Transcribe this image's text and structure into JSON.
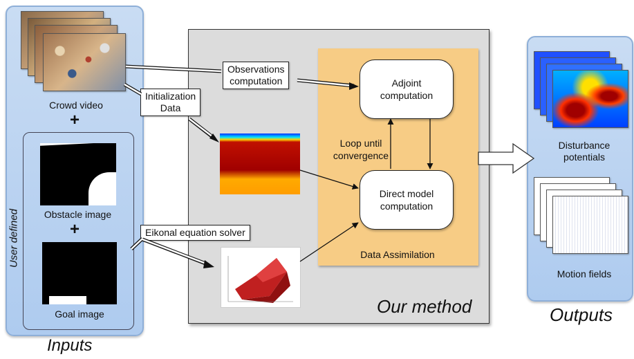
{
  "inputs": {
    "title": "Inputs",
    "crowd_video": "Crowd video",
    "user_defined": "User defined",
    "obstacle": "Obstacle image",
    "goal": "Goal image",
    "plus": "+"
  },
  "method": {
    "title": "Our method",
    "observations": [
      "Observations",
      "computation"
    ],
    "init": [
      "Initialization",
      "Data"
    ],
    "eikonal": "Eikonal equation solver",
    "adjoint": [
      "Adjoint",
      "computation"
    ],
    "direct": [
      "Direct model",
      "computation"
    ],
    "loop": [
      "Loop until",
      "convergence"
    ],
    "assim": "Data Assimilation"
  },
  "outputs": {
    "title": "Outputs",
    "disturbance": [
      "Disturbance",
      "potentials"
    ],
    "motion": "Motion fields"
  },
  "colors": {
    "input_panel": "#b9d3f1",
    "method_panel": "#dcdcdc",
    "assimilation_panel": "#f7cc85"
  }
}
